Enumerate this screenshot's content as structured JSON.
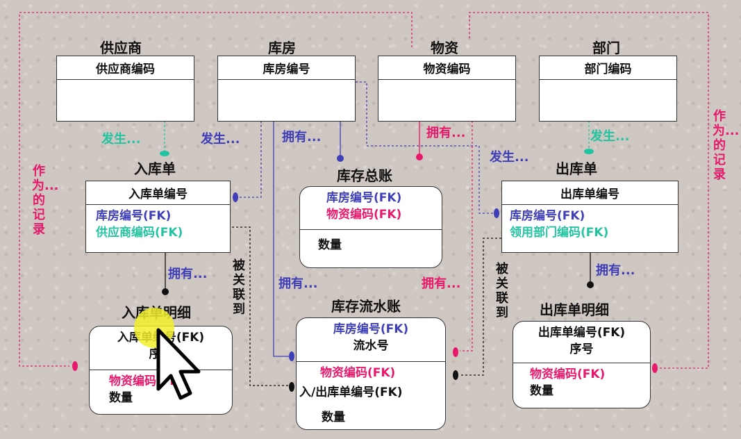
{
  "colors": {
    "blue": "#3e3eb8",
    "red": "#e8186a",
    "teal": "#22c3a0",
    "black": "#111111",
    "highlight": "#f1ef2a"
  },
  "entities": {
    "supplier": {
      "title": "供应商",
      "pk": "供应商编码"
    },
    "warehouse": {
      "title": "库房",
      "pk": "库房编号"
    },
    "material": {
      "title": "物资",
      "pk": "物资编码"
    },
    "dept": {
      "title": "部门",
      "pk": "部门编码"
    },
    "in_order": {
      "title": "入库单",
      "pk": "入库单编号",
      "attrs": [
        "库房编号(FK)",
        "供应商编码(FK)"
      ]
    },
    "ledger": {
      "title": "库存总账",
      "pk": [
        "库房编号(FK)",
        "物资编码(FK)"
      ],
      "attrs": [
        "数量"
      ]
    },
    "out_order": {
      "title": "出库单",
      "pk": "出库单编号",
      "attrs": [
        "库房编号(FK)",
        "领用部门编码(FK)"
      ]
    },
    "in_detail": {
      "title": "入库单明细",
      "pk": [
        "入库单编号(FK)",
        "序号"
      ],
      "attrs": [
        "物资编码(FK)",
        "数量"
      ]
    },
    "flow": {
      "title": "库存流水账",
      "pk": [
        "库房编号(FK)",
        "流水号"
      ],
      "attrs": [
        "物资编码(FK)",
        "入/出库单编号(FK)",
        "数量"
      ]
    },
    "out_detail": {
      "title": "出库单明细",
      "pk": [
        "出库单编号(FK)",
        "序号"
      ],
      "attrs": [
        "物资编码(FK)",
        "数量"
      ]
    }
  },
  "relationship_labels": {
    "supplier_in": "发生...",
    "warehouse_in": "发生...",
    "warehouse_ledger": "拥有...",
    "material_ledger": "拥有...",
    "material_out": "发生...",
    "dept_out": "发生...",
    "in_detail": "拥有...",
    "out_detail": "拥有...",
    "warehouse_flow": "拥有...",
    "material_flow": "拥有...",
    "in_linked": "被关联到",
    "out_linked": "被关联到",
    "left_record": "作为...的记录",
    "right_record": "作为...的记录"
  },
  "icons": {
    "cursor": "mouse-pointer-icon"
  }
}
